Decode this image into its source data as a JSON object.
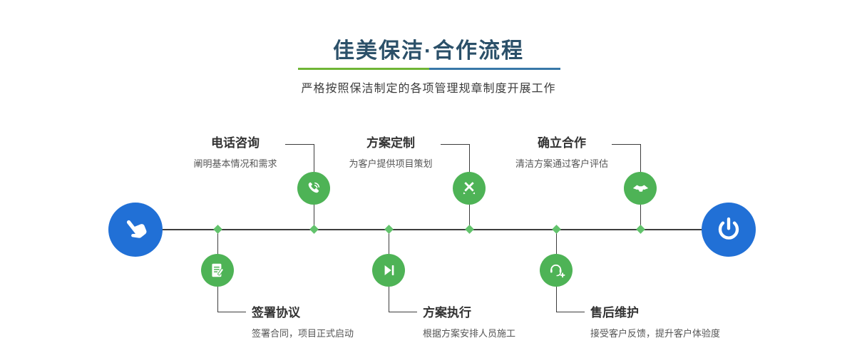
{
  "header": {
    "title": "佳美保洁·合作流程",
    "subtitle": "严格按照保洁制定的各项管理规章制度开展工作"
  },
  "colors": {
    "title_text": "#2b5069",
    "body_text": "#3c3c3c",
    "step_title_text": "#333333",
    "step_desc_text": "#555555",
    "green": "#4eb356",
    "diamond_green": "#62c36c",
    "blue": "#2170d6",
    "line": "#3d3d3d",
    "divider_green": "#6fb536",
    "divider_blue": "#3878a8"
  },
  "flow": {
    "start": {
      "icon": "hand-pointer-icon"
    },
    "end": {
      "icon": "power-icon"
    },
    "top_steps": [
      {
        "title": "电话咨询",
        "desc": "阐明基本情况和需求",
        "icon": "phone-icon"
      },
      {
        "title": "方案定制",
        "desc": "为客户提供项目策划",
        "icon": "design-tools-icon"
      },
      {
        "title": "确立合作",
        "desc": "清洁方案通过客户评估",
        "icon": "handshake-icon"
      }
    ],
    "bottom_steps": [
      {
        "title": "签署协议",
        "desc": "签署合同，项目正式启动",
        "icon": "contract-icon"
      },
      {
        "title": "方案执行",
        "desc": "根据方案安排人员施工",
        "icon": "play-icon"
      },
      {
        "title": "售后维护",
        "desc": "接受客户反馈，提升客户体验度",
        "icon": "headset-icon"
      }
    ]
  }
}
